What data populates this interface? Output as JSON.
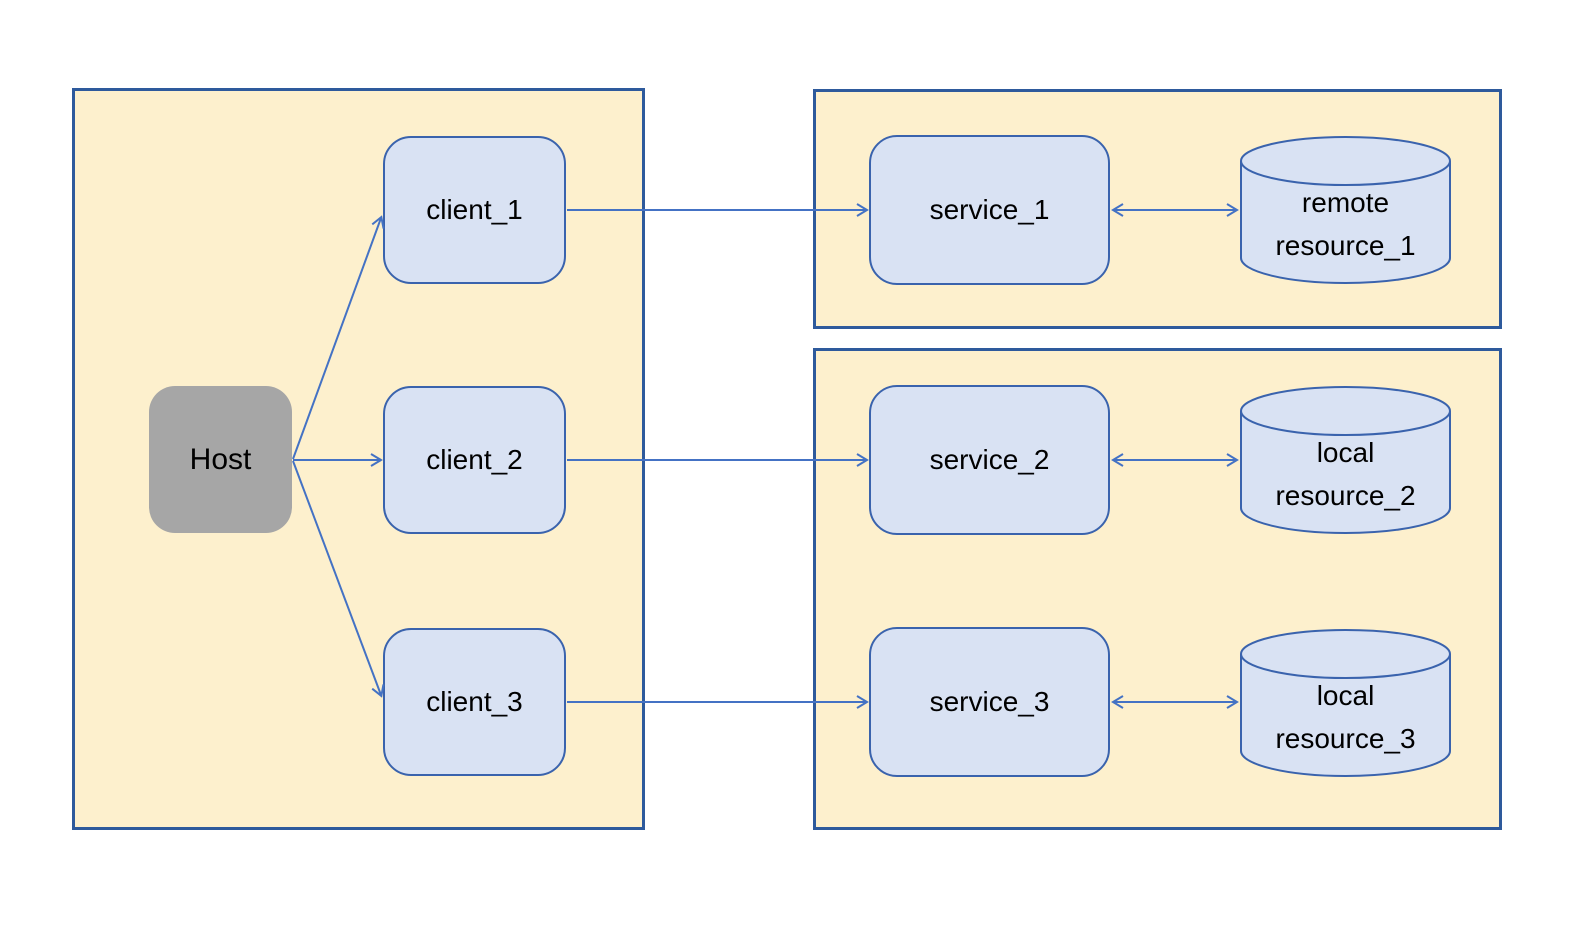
{
  "diagram": {
    "host": {
      "label": "Host"
    },
    "clients": [
      {
        "label": "client_1"
      },
      {
        "label": "client_2"
      },
      {
        "label": "client_3"
      }
    ],
    "services": [
      {
        "label": "service_1"
      },
      {
        "label": "service_2"
      },
      {
        "label": "service_3"
      }
    ],
    "resources": [
      {
        "line1": "remote",
        "line2": "resource_1"
      },
      {
        "line1": "local",
        "line2": "resource_2"
      },
      {
        "line1": "local",
        "line2": "resource_3"
      }
    ],
    "colors": {
      "container_fill": "#FDF0CD",
      "container_border": "#2E5A9C",
      "node_fill": "#D9E2F3",
      "node_border": "#3A63AD",
      "host_fill": "#A6A6A6",
      "arrow": "#4472C4",
      "text": "#000000"
    }
  }
}
